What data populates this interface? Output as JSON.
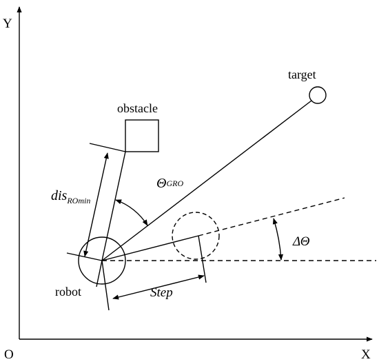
{
  "axes": {
    "y_label": "Y",
    "x_label": "X",
    "origin_label": "O"
  },
  "labels": {
    "target": "target",
    "obstacle": "obstacle",
    "robot": "robot",
    "step": "Step",
    "theta_symbol": "Θ",
    "theta_subscript": "GRO",
    "dis_main": "dis",
    "dis_subscript": "ROmin",
    "delta_theta": "ΔΘ"
  }
}
